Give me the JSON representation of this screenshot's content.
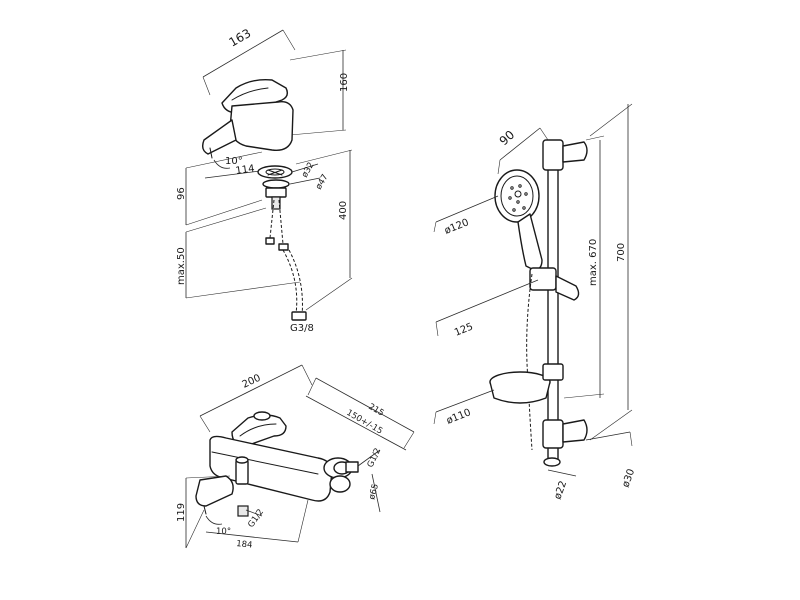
{
  "drawing": {
    "basin_mixer": {
      "dims": {
        "width": "163",
        "height": "160",
        "spout": "114",
        "angle": "10°",
        "dia_top": "ø32",
        "dia_base": "ø47",
        "body_height": "96",
        "hose_length": "400",
        "max_thickness": "max.50",
        "thread": "G3/8"
      }
    },
    "bath_mixer": {
      "dims": {
        "width": "200",
        "depth": "215",
        "centers": "150+/-15",
        "height": "119",
        "spout_reach": "184",
        "angle": "10°",
        "thread_in": "G1/2",
        "thread_out": "G1/2",
        "flange": "ø65"
      }
    },
    "shower_set": {
      "dims": {
        "head_depth": "90",
        "head_dia": "ø120",
        "holder": "125",
        "soap_dish": "ø110",
        "rail_max": "max. 670",
        "rail_total": "700",
        "rail_dia": "ø22",
        "bracket_dia": "ø30"
      }
    }
  }
}
